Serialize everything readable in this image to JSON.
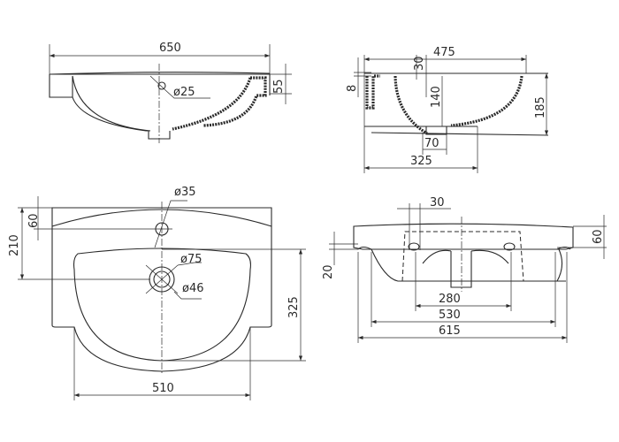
{
  "title": "Washbasin technical drawing",
  "side_view": {
    "width": "650",
    "overflow": "ø25",
    "rim_height": "55"
  },
  "section_view": {
    "depth": "475",
    "wall": "30",
    "lip": "8",
    "inner_depth": "140",
    "height": "185",
    "drain": "70",
    "offset": "325"
  },
  "plan_view": {
    "tap_hole": "ø35",
    "tap_offset": "60",
    "drain_offset": "210",
    "drain_outer": "ø75",
    "drain_inner": "ø46",
    "bowl_depth": "325",
    "bowl_width": "510"
  },
  "front_view": {
    "hole_spacing": "30",
    "slab_height": "60",
    "edge": "20",
    "mount_280": "280",
    "mount_530": "530",
    "width_615": "615"
  }
}
